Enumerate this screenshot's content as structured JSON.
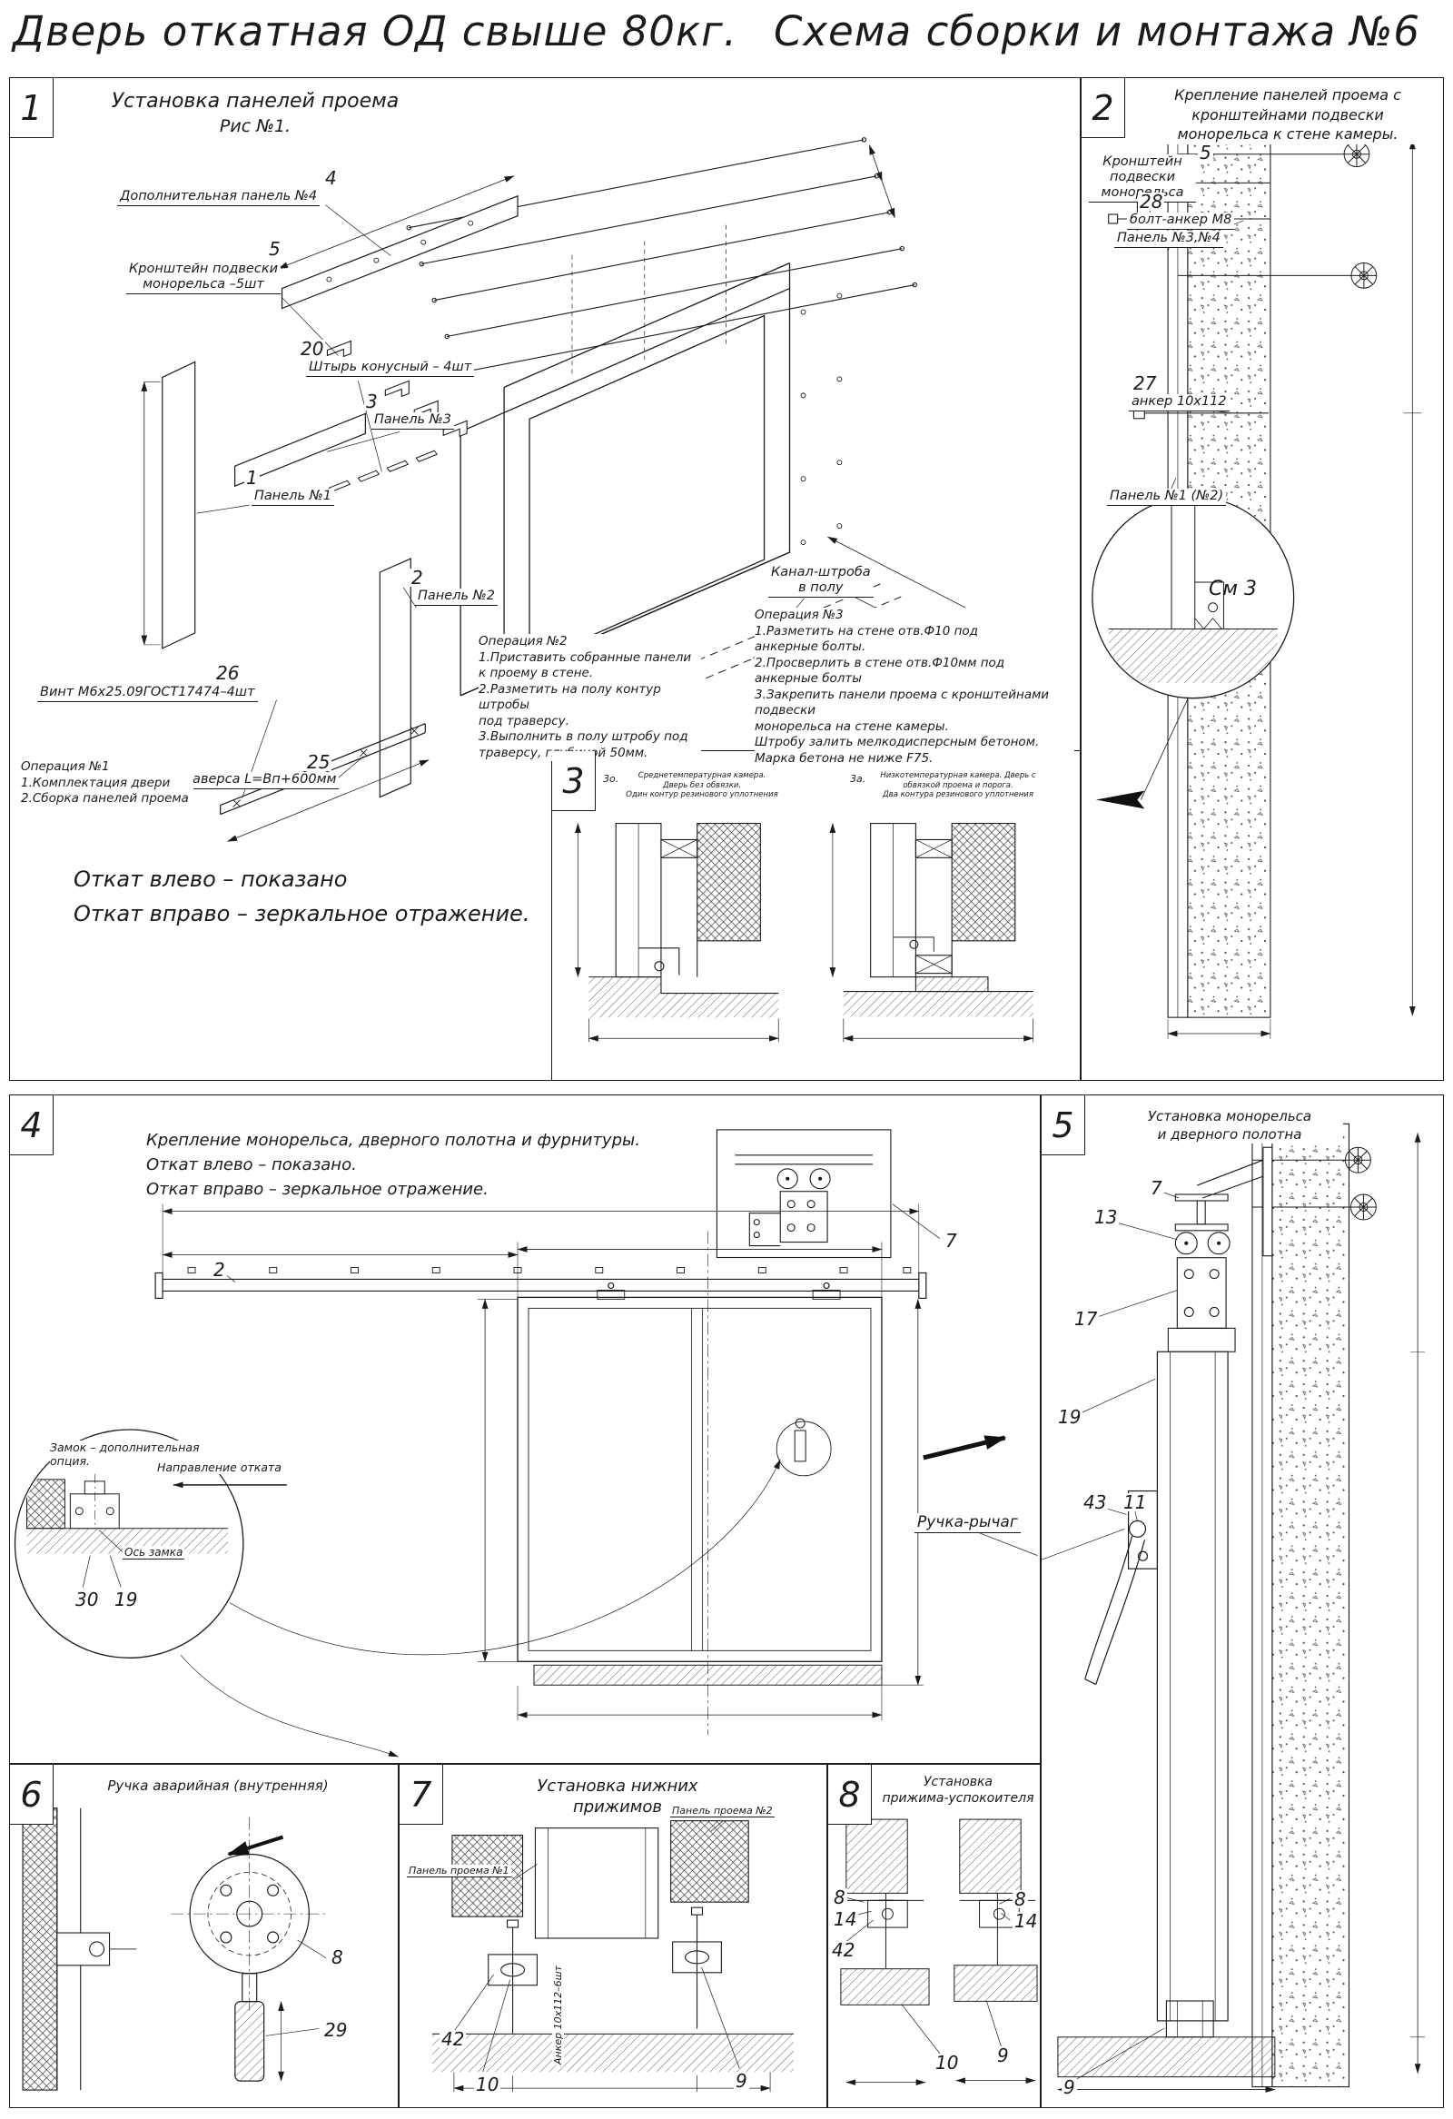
{
  "meta": {
    "ink": "#1b1b1b",
    "paper": "#ffffff"
  },
  "header": {
    "title_left": "Дверь откатная ОД свыше 80кг.",
    "title_right": "Схема сборки и монтажа №6"
  },
  "panel1": {
    "num": "1",
    "title": "Установка панелей проема",
    "subtitle": "Рис №1.",
    "c4n": "4",
    "c4": "Дополнительная панель №4",
    "c5n": "5",
    "c5": "Кронштейн подвески\nмонорельса –5шт",
    "c20n": "20",
    "c20": "Штырь конусный – 4шт",
    "c3n": "3",
    "c3": "Панель №3",
    "c1n": "1",
    "c1": "Панель №1",
    "c2n": "2",
    "c2": "Панель №2",
    "c26n": "26",
    "c26": "Винт М6х25.09ГОСТ17474–4шт",
    "c25n": "25",
    "c25": "Траверса  L=Bп+600мм",
    "channel": "Канал-штроба\nв полу",
    "op1": "Операция №1\n1.Комплектация двери\n2.Сборка панелей проема",
    "op2": "Операция №2\n1.Приставить собранные панели\nк проему в стене.\n2.Разметить на полу контур штробы\nпод траверсу.\n3.Выполнить в полу штробу под\nтраверсу, глубиной 50мм.",
    "op3": "Операция №3\n1.Разметить на стене отв.Ф10 под\nанкерные болты.\n2.Просверлить в стене отв.Ф10мм   под\nанкерные болты\n3.Закрепить панели проема с кронштейнами подвески\nмонорельса на стене камеры.\nШтробу залить мелкодисперсным бетоном.\nМарка бетона не ниже   F75.",
    "note1": "Откат влево – показано",
    "note2": "Откат вправо – зеркальное отражение."
  },
  "panel2": {
    "num": "2",
    "title": "Крепление панелей проема с\nкронштейнами  подвески\nмонорельса к стене камеры.",
    "c5n": "5",
    "c5": "Кронштейн\nподвески монорельса",
    "c28n": "28",
    "c28": "болт-анкер М8",
    "panel34": "Панель №3,№4",
    "c27n": "27",
    "c27": "анкер 10х112",
    "panel12": "Панель №1 (№2)",
    "see3": "См 3"
  },
  "panel3": {
    "num": "3",
    "capA_n": "3о.",
    "capA": "Среднетемпературная камера. Дверь без обвязки.\nОдин контур резинового уплотнения",
    "capB_n": "3а.",
    "capB": "Низкотемпературная камера. Дверь с обвязкой проема и порога.\nДва контура резинового уплотнения"
  },
  "panel4": {
    "num": "4",
    "title": "Крепление монорельса, дверного полотна и фурнитуры.\nОткат влево – показано.\nОткат вправо – зеркальное отражение.",
    "lock_note": "Замок – дополнительная опция.",
    "direction": "Направление отката",
    "lock_axis": "Ось замка",
    "c30": "30",
    "c19": "19",
    "c2": "2",
    "c7": "7",
    "handle": "Ручка-рычаг"
  },
  "panel5": {
    "num": "5",
    "title": "Установка монорельса\nи дверного полотна",
    "c7": "7",
    "c13": "13",
    "c17": "17",
    "c19": "19",
    "c43": "43",
    "c11": "11",
    "c9": "9"
  },
  "panel6": {
    "num": "6",
    "title": "Ручка аварийная (внутренняя)",
    "c8": "8",
    "c29": "29"
  },
  "panel7": {
    "num": "7",
    "title": "Установка  нижних  прижимов",
    "panel1_label": "Панель проема №1",
    "panel2_label": "Панель проема №2",
    "anchor": "Анкер  10х112–6шт",
    "c42": "42",
    "c10": "10",
    "c9": "9"
  },
  "panel8": {
    "num": "8",
    "title": "Установка\nприжима-успокоителя",
    "l8": "8",
    "l14": "14",
    "l42": "42",
    "l10": "10",
    "r8": "8",
    "r14": "14",
    "r9": "9"
  }
}
